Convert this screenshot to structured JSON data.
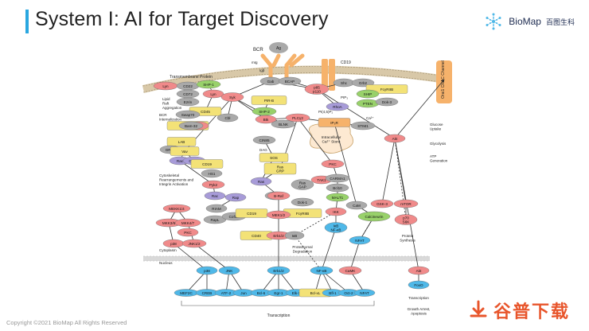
{
  "slide": {
    "title": "System I: AI for Target Discovery",
    "accent_color": "#2aa7e0",
    "copyright": "Copyright ©2021 BioMap All Rights Reserved"
  },
  "brand": {
    "name": "BioMap",
    "name_cn": "百图生科",
    "logo_icon": "snowflake-dots-icon"
  },
  "watermark": {
    "text": "谷普下载",
    "icon": "download-arrow-icon",
    "color": "#e8552b"
  },
  "colors": {
    "red": "#f08a8a",
    "green": "#98d16a",
    "purple": "#a79bd8",
    "gray": "#a9a9a9",
    "yellow": "#f3e277",
    "orange": "#f6b26b",
    "blue": "#4fb8e8",
    "membrane": "#d8c8a8"
  },
  "diagram": {
    "labels": {
      "bcr": "BCR",
      "ag": "Ag",
      "cd19": "CD19",
      "igbeta": "Igβ",
      "mig": "mIg",
      "tm_protein": "Transmembrane Protein",
      "lipid_raft": "Lipid\nRaft\nAggregation",
      "bcr_intern": "BCR\nInternalization",
      "intracellular": "Intracellular\nCa²⁺ Store",
      "ca": "Ca²⁺",
      "pi45p2": "PI(4,5)P₂",
      "pip3": "PIP₃",
      "dag": "DAG",
      "glucose": "Glucose\nUptake",
      "glycolysis": "Glycolysis",
      "atp": "ATP\nGeneration",
      "cyto": "Cytoskeletal\nRearrangements and\nIntegrin Activation",
      "protein_syn": "Protein\nSynthesis",
      "proteasomal": "Proteasomal\nDegradation",
      "cytoplasm": "Cytoplasm",
      "nucleus": "Nucleus",
      "transcription": "Transcription",
      "transcription2": "Transcription",
      "growth": "Growth Arrest,\nApoptosis"
    },
    "nodes": [
      {
        "id": "lyn",
        "t": "Lyn",
        "c": "red"
      },
      {
        "id": "cd22",
        "t": "CD22",
        "c": "gray"
      },
      {
        "id": "cd72",
        "t": "CD72",
        "c": "gray"
      },
      {
        "id": "shp1",
        "t": "SHP-1",
        "c": "green"
      },
      {
        "id": "ezrin",
        "t": "Ezrin",
        "c": "gray"
      },
      {
        "id": "lyn2",
        "t": "Lyn",
        "c": "red"
      },
      {
        "id": "cd45",
        "t": "CD45",
        "c": "yellow"
      },
      {
        "id": "syk",
        "t": "Syk",
        "c": "red"
      },
      {
        "id": "gab",
        "t": "Gab",
        "c": "gray"
      },
      {
        "id": "bcap",
        "t": "BCAP",
        "c": "gray"
      },
      {
        "id": "p110",
        "t": "p85\np110",
        "c": "red"
      },
      {
        "id": "shc",
        "t": "Shc",
        "c": "gray"
      },
      {
        "id": "grb2",
        "t": "Grb2",
        "c": "gray"
      },
      {
        "id": "fcgr",
        "t": "FcγRIIB",
        "c": "yellow"
      },
      {
        "id": "ship",
        "t": "SHIP",
        "c": "green"
      },
      {
        "id": "pten",
        "t": "PTEN",
        "c": "green"
      },
      {
        "id": "dok3",
        "t": "Dok-3",
        "c": "gray"
      },
      {
        "id": "cbl",
        "t": "Cbl",
        "c": "gray"
      },
      {
        "id": "cbp",
        "t": "Cbp/PAG",
        "c": "yellow"
      },
      {
        "id": "csk",
        "t": "Csk",
        "c": "red"
      },
      {
        "id": "swap70",
        "t": "Swap70",
        "c": "gray"
      },
      {
        "id": "bam32",
        "t": "Bam-32",
        "c": "gray"
      },
      {
        "id": "pirb",
        "t": "PIR-B",
        "c": "yellow"
      },
      {
        "id": "shp2",
        "t": "SHP-2",
        "c": "green"
      },
      {
        "id": "btk",
        "t": "Btk",
        "c": "red"
      },
      {
        "id": "blnk",
        "t": "BLNK",
        "c": "gray"
      },
      {
        "id": "rhoa",
        "t": "RhoA",
        "c": "purple"
      },
      {
        "id": "stim1",
        "t": "STIM1",
        "c": "gray"
      },
      {
        "id": "ip3r",
        "t": "IP₃R",
        "c": "orange"
      },
      {
        "id": "plcg2",
        "t": "PLCγ2",
        "c": "red"
      },
      {
        "id": "cin85",
        "t": "CIN85",
        "c": "gray"
      },
      {
        "id": "sos",
        "t": "SOS",
        "c": "yellow"
      },
      {
        "id": "lab",
        "t": "LAB",
        "c": "yellow"
      },
      {
        "id": "grb2b",
        "t": "GRB2",
        "c": "gray"
      },
      {
        "id": "vav",
        "t": "Vav",
        "c": "yellow"
      },
      {
        "id": "rac",
        "t": "Rac",
        "c": "purple"
      },
      {
        "id": "cdc42",
        "t": "Cdc42",
        "c": "purple"
      },
      {
        "id": "cd19b",
        "t": "CD19",
        "c": "yellow"
      },
      {
        "id": "hs1",
        "t": "HS1",
        "c": "gray"
      },
      {
        "id": "pyk2",
        "t": "Pyk2",
        "c": "red"
      },
      {
        "id": "rac2",
        "t": "Rac",
        "c": "purple"
      },
      {
        "id": "riam",
        "t": "RIAM",
        "c": "gray"
      },
      {
        "id": "rapl",
        "t": "RapL",
        "c": "gray"
      },
      {
        "id": "rap",
        "t": "Rap",
        "c": "purple"
      },
      {
        "id": "cofilin",
        "t": "Cofilin",
        "c": "gray"
      },
      {
        "id": "rasgrp",
        "t": "Ras\nGRP",
        "c": "yellow"
      },
      {
        "id": "ras",
        "t": "Ras",
        "c": "purple"
      },
      {
        "id": "bcl10",
        "t": "Bcl10",
        "c": "gray"
      },
      {
        "id": "rasgap",
        "t": "Ras\nGAP",
        "c": "gray"
      },
      {
        "id": "dok1",
        "t": "Dok-1",
        "c": "gray"
      },
      {
        "id": "fcgr2",
        "t": "FcγRIIB",
        "c": "yellow"
      },
      {
        "id": "braf",
        "t": "B-Raf",
        "c": "red"
      },
      {
        "id": "pkc",
        "t": "PKC",
        "c": "red"
      },
      {
        "id": "tak1",
        "t": "TAK1",
        "c": "red"
      },
      {
        "id": "carma1",
        "t": "CARMA1",
        "c": "gray"
      },
      {
        "id": "bcl10b",
        "t": "Bcl10",
        "c": "gray"
      },
      {
        "id": "malt1",
        "t": "MALT1",
        "c": "green"
      },
      {
        "id": "cd19c",
        "t": "CD19",
        "c": "yellow"
      },
      {
        "id": "mek12",
        "t": "MEK1/2",
        "c": "red"
      },
      {
        "id": "cd40",
        "t": "CD40",
        "c": "yellow"
      },
      {
        "id": "erk12",
        "t": "Erk1/2",
        "c": "red"
      },
      {
        "id": "ikk",
        "t": "IKK",
        "c": "red"
      },
      {
        "id": "ikb",
        "t": "IκB",
        "c": "gray"
      },
      {
        "id": "ikb2",
        "t": "IκB\nNF-κB",
        "c": "blue"
      },
      {
        "id": "akt",
        "t": "Akt",
        "c": "red"
      },
      {
        "id": "cam",
        "t": "CaM",
        "c": "gray"
      },
      {
        "id": "calcineurin",
        "t": "Calcineurin",
        "c": "green"
      },
      {
        "id": "gsk3",
        "t": "GSK-3",
        "c": "red"
      },
      {
        "id": "mtor",
        "t": "mTOR",
        "c": "red"
      },
      {
        "id": "p70",
        "t": "p70\nS6K",
        "c": "red"
      },
      {
        "id": "nfat",
        "t": "NFAT",
        "c": "blue"
      },
      {
        "id": "mekk14",
        "t": "MEKK1/4",
        "c": "red"
      },
      {
        "id": "mkk36",
        "t": "MKK3/6",
        "c": "red"
      },
      {
        "id": "mkk47",
        "t": "MKK4/7",
        "c": "red"
      },
      {
        "id": "p38",
        "t": "p38",
        "c": "red"
      },
      {
        "id": "jnk12",
        "t": "JNK1/2",
        "c": "red"
      },
      {
        "id": "pkcb",
        "t": "PKC",
        "c": "red"
      },
      {
        "id": "np38",
        "t": "p38",
        "c": "blue"
      },
      {
        "id": "njnk",
        "t": "JNK",
        "c": "blue"
      },
      {
        "id": "nerk",
        "t": "Erk1/2",
        "c": "blue"
      },
      {
        "id": "nnfkb",
        "t": "NF-κB",
        "c": "blue"
      },
      {
        "id": "ncamk",
        "t": "CaMK",
        "c": "red"
      },
      {
        "id": "nakt",
        "t": "Akt",
        "c": "red"
      },
      {
        "id": "foxo",
        "t": "FoxO",
        "c": "blue"
      },
      {
        "id": "mef2c",
        "t": "MEF2C",
        "c": "blue"
      },
      {
        "id": "creb",
        "t": "CREB",
        "c": "blue"
      },
      {
        "id": "atf2",
        "t": "ATF-2",
        "c": "blue"
      },
      {
        "id": "jun",
        "t": "Jun",
        "c": "blue"
      },
      {
        "id": "bcl6",
        "t": "Bcl-6",
        "c": "blue"
      },
      {
        "id": "egr1",
        "t": "Egr-1",
        "c": "blue"
      },
      {
        "id": "elk1",
        "t": "Elk-1",
        "c": "blue"
      },
      {
        "id": "bclxl",
        "t": "Bcl-xL",
        "c": "yellow"
      },
      {
        "id": "bfl1",
        "t": "Bfl-1",
        "c": "blue"
      },
      {
        "id": "oct2",
        "t": "Oct-2",
        "c": "blue"
      },
      {
        "id": "nfatn",
        "t": "NFAT",
        "c": "blue"
      },
      {
        "id": "orai1",
        "t": "Orai1\nCRAC Channel",
        "c": "orange"
      }
    ]
  }
}
